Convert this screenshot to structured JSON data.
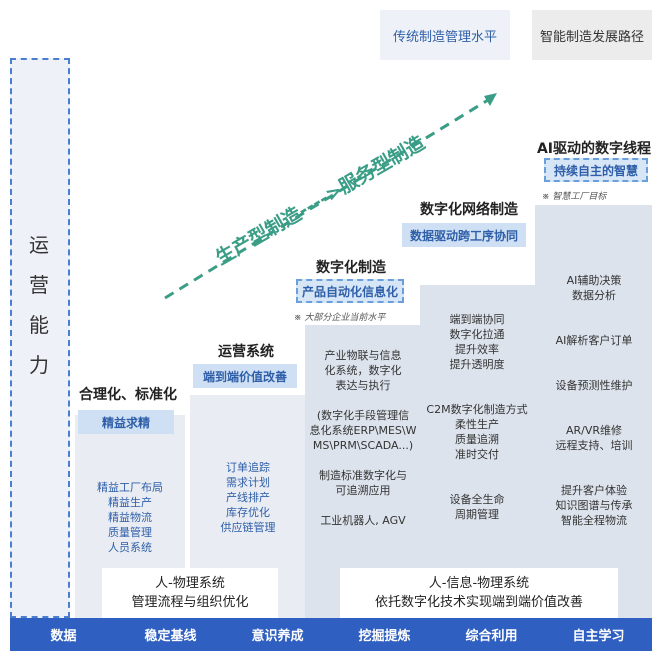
{
  "headers": {
    "traditional": "传统制造管理水平",
    "intelligent": "智能制造发展路径"
  },
  "side_label": [
    "运",
    "营",
    "能",
    "力"
  ],
  "arrow_text": "生产型制造---->服务型制造",
  "stages": [
    {
      "title": "合理化、标准化",
      "pill": "精益求精",
      "items": [
        "精益工厂布局",
        "精益生产",
        "精益物流",
        "质量管理",
        "人员系统"
      ]
    },
    {
      "title": "运营系统",
      "pill": "端到端价值改善",
      "items": [
        "订单追踪",
        "需求计划",
        "产线排产",
        "库存优化",
        "供应链管理"
      ]
    },
    {
      "title": "数字化制造",
      "pill": "产品自动化信息化",
      "note": "※ 大部分企业当前水平",
      "items": [
        "产业物联与信息",
        "化系统，数字化",
        "表达与执行",
        "",
        "(数字化手段管理信",
        "息化系统ERP\\MES\\W",
        "MS\\PRM\\SCADA...)",
        "",
        "制造标准数字化与",
        "可追溯应用",
        "",
        "工业机器人, AGV"
      ]
    },
    {
      "title": "数字化网络制造",
      "pill": "数据驱动跨工序协同",
      "items": [
        "端到端协同",
        "数字化拉通",
        "提升效率",
        "提升透明度",
        "",
        "",
        "C2M数字化制造方式",
        "柔性生产",
        "质量追溯",
        "准时交付",
        "",
        "",
        "设备全生命",
        "周期管理"
      ]
    },
    {
      "title": "AI驱动的数字线程",
      "pill": "持续自主的智慧",
      "note": "※ 智慧工厂目标",
      "items": [
        "AI辅助决策",
        "数据分析",
        "",
        "",
        "AI解析客户订单",
        "",
        "",
        "设备预测性维护",
        "",
        "",
        "AR/VR维修",
        "远程支持、培训",
        "",
        "",
        "提升客户体验",
        "知识图谱与传承",
        "智能全程物流"
      ]
    }
  ],
  "bottom": [
    {
      "line1": "人-物理系统",
      "line2": "管理流程与组织优化"
    },
    {
      "line1": "人-信息-物理系统",
      "line2": "依托数字化技术实现端到端价值改善"
    }
  ],
  "footer": [
    "数据",
    "稳定基线",
    "意识养成",
    "挖掘提炼",
    "综合利用",
    "自主学习"
  ]
}
